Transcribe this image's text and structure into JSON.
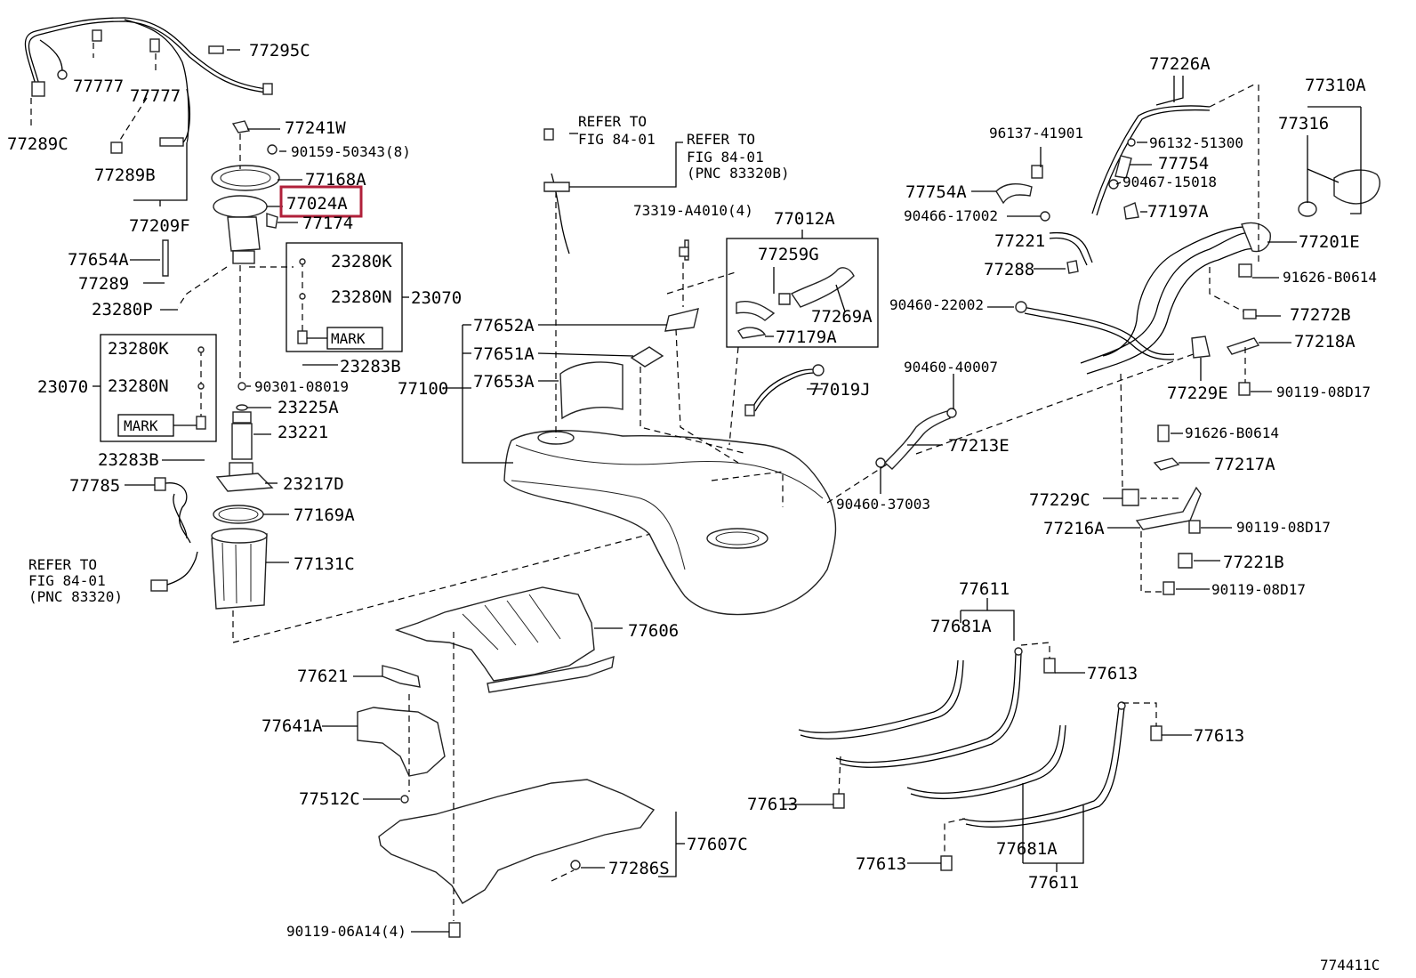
{
  "diagram_id": "774411C",
  "highlight_color": "#b0203a",
  "highlighted_part": "77024A",
  "labels": {
    "p77295C": "77295C",
    "p77777a": "77777",
    "p77777b": "77777",
    "p77289C": "77289C",
    "p77289B": "77289B",
    "p77209F": "77209F",
    "p77241W": "77241W",
    "p90159": "90159-50343(8)",
    "p77168A": "77168A",
    "p77024A": "77024A",
    "p77174": "77174",
    "p77654A": "77654A",
    "p77289": "77289",
    "p23280P": "23280P",
    "p23280K_r": "23280K",
    "p23280N_r": "23280N",
    "p23070_r": "23070",
    "mark_r": "MARK",
    "p23283B": "23283B",
    "p23280K_l": "23280K",
    "p23280N_l": "23280N",
    "p23070_l": "23070",
    "mark_l": "MARK",
    "p90301": "90301-08019",
    "p23225A": "23225A",
    "p23221": "23221",
    "p23283B_l": "23283B",
    "p77785": "77785",
    "p23217D": "23217D",
    "p77169A": "77169A",
    "p77131C": "77131C",
    "refer_l1": "REFER TO",
    "refer_l2": "FIG 84-01",
    "refer_l3": "(PNC 83320)",
    "refer_m1": "REFER TO",
    "refer_m2": "FIG 84-01",
    "refer_n1": "REFER TO",
    "refer_n2": "FIG 84-01",
    "refer_n3": "(PNC 83320B)",
    "p73319": "73319-A4010(4)",
    "p77012A": "77012A",
    "p77259G": "77259G",
    "p77269A": "77269A",
    "p77179A": "77179A",
    "p77652A": "77652A",
    "p77651A": "77651A",
    "p77653A": "77653A",
    "p77100": "77100",
    "p77019J": "77019J",
    "p77226A": "77226A",
    "p96137": "96137-41901",
    "p96132": "96132-51300",
    "p77754": "77754",
    "p90467": "90467-15018",
    "p77754A": "77754A",
    "p90466": "90466-17002",
    "p77197A": "77197A",
    "p77221": "77221",
    "p77288": "77288",
    "p90460_22002": "90460-22002",
    "p77310A": "77310A",
    "p77316": "77316",
    "p77201E": "77201E",
    "p91626_a": "91626-B0614",
    "p77272B": "77272B",
    "p77218A": "77218A",
    "p77229E": "77229E",
    "p90119_08D17_a": "90119-08D17",
    "p90460_40007": "90460-40007",
    "p77213E": "77213E",
    "p90460_37003": "90460-37003",
    "p91626_b": "91626-B0614",
    "p77217A": "77217A",
    "p77229C": "77229C",
    "p77216A": "77216A",
    "p90119_08D17_b": "90119-08D17",
    "p77221B": "77221B",
    "p90119_08D17_c": "90119-08D17",
    "p77611_t": "77611",
    "p77681A_t": "77681A",
    "p77613_a": "77613",
    "p77613_b": "77613",
    "p77613_c": "77613",
    "p77613_d": "77613",
    "p77681A_b": "77681A",
    "p77611_b": "77611",
    "p77606": "77606",
    "p77621": "77621",
    "p77641A": "77641A",
    "p77512C": "77512C",
    "p77607C": "77607C",
    "p77286S": "77286S",
    "p90119_06A14": "90119-06A14(4)"
  }
}
